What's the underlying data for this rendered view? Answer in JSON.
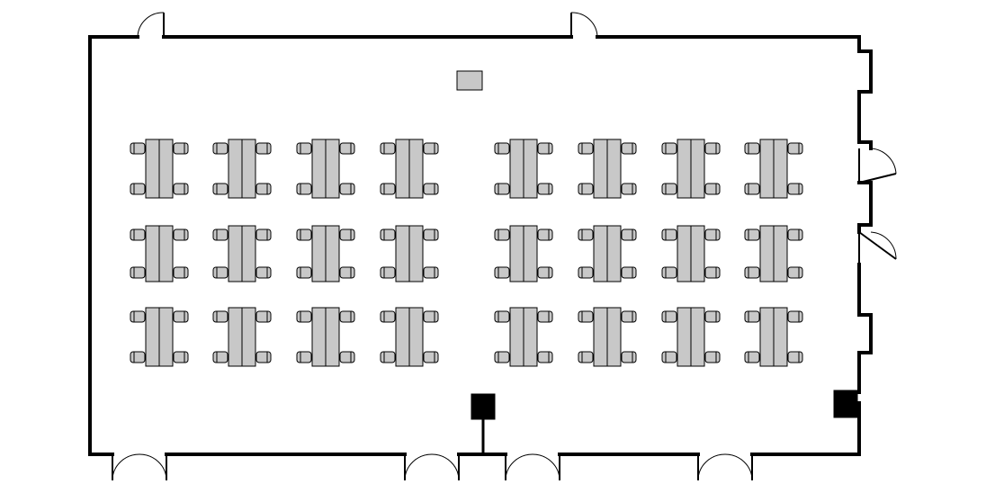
{
  "room": {
    "fill_color": "#ffffff",
    "wall_color": "#000000",
    "table_color": "#c8c8c8",
    "floor_box_color": "#000000"
  },
  "layout": {
    "table_groups": 2,
    "columns_per_group": 4,
    "rows": 3,
    "chairs_per_table": 4
  },
  "doors": {
    "top_wall": 2,
    "right_wall": 2,
    "bottom_wall": 4
  }
}
